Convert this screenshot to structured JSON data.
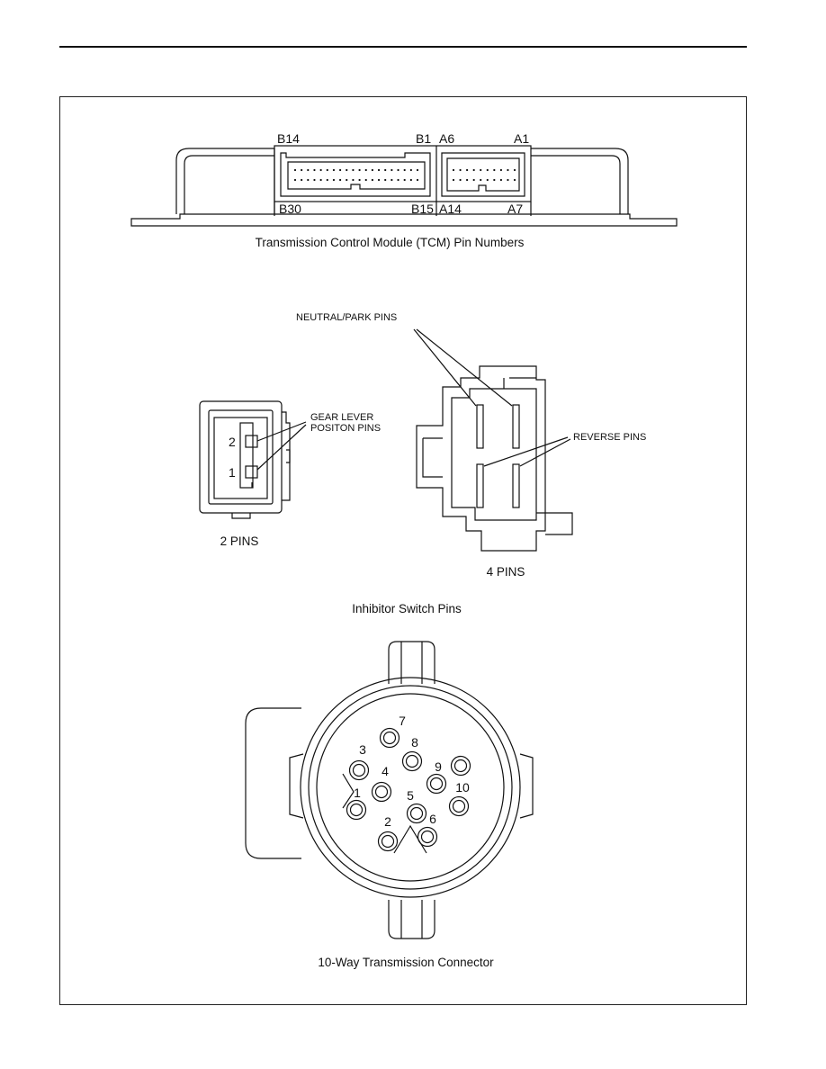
{
  "tcm": {
    "caption": "Transmission Control Module (TCM) Pin Numbers",
    "labels": {
      "b14": "B14",
      "b1": "B1",
      "a6": "A6",
      "a1": "A1",
      "b30": "B30",
      "b15": "B15",
      "a14": "A14",
      "a7": "A7"
    }
  },
  "inhibitor": {
    "caption": "Inhibitor Switch Pins",
    "two_pin": {
      "title": "2 PINS",
      "callout_line1": "GEAR LEVER",
      "callout_line2": "POSITON PINS",
      "pin_top": "2",
      "pin_bottom": "1"
    },
    "four_pin": {
      "title": "4 PINS",
      "neutral_callout": "NEUTRAL/PARK PINS",
      "reverse_callout": "REVERSE PINS"
    }
  },
  "ten_way": {
    "caption": "10-Way Transmission Connector",
    "pins": [
      "1",
      "2",
      "3",
      "4",
      "5",
      "6",
      "7",
      "8",
      "9",
      "10"
    ]
  }
}
